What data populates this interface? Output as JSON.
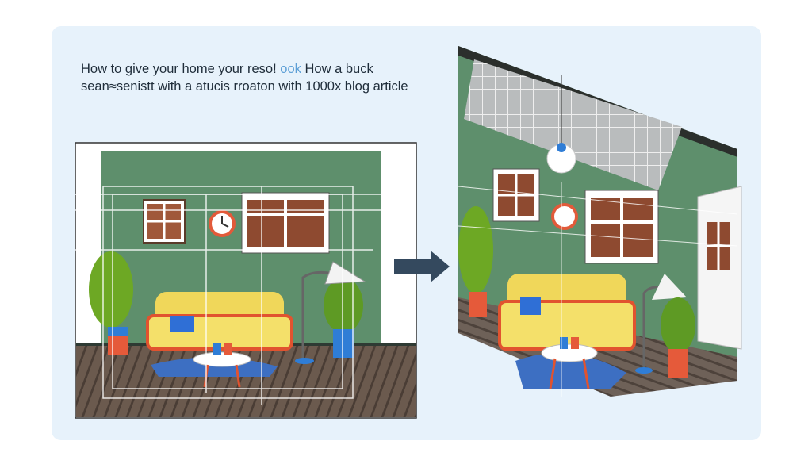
{
  "article": {
    "title_part1": "How  to give your home  your reso!",
    "title_highlight": "ook",
    "title_part2": "How a buck sean≈senistt with a  atucis rroaton with 1000x blog article"
  },
  "colors": {
    "card": "#e7f2fb",
    "wall": "#5e8f6c",
    "floor": "#6b5a4e",
    "sofa": "#f0d75a",
    "arrow": "#34495e",
    "accent_text": "#5c9fd6"
  },
  "icons": [
    "arrow-right-icon",
    "plant-icon",
    "lamp-icon",
    "clock-icon",
    "window-icon",
    "sofa-icon",
    "table-icon",
    "door-icon"
  ]
}
